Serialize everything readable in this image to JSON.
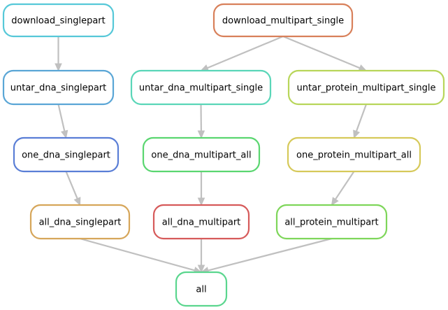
{
  "diagram": {
    "nodes": [
      {
        "id": "download_singlepart",
        "label": "download_singlepart",
        "color": "#56c8d8"
      },
      {
        "id": "download_multipart_single",
        "label": "download_multipart_single",
        "color": "#d8805a"
      },
      {
        "id": "untar_dna_singlepart",
        "label": "untar_dna_singlepart",
        "color": "#5aa6d6"
      },
      {
        "id": "untar_dna_multipart_single",
        "label": "untar_dna_multipart_single",
        "color": "#5ad6b8"
      },
      {
        "id": "untar_protein_multipart_single",
        "label": "untar_protein_multipart_single",
        "color": "#b8d65a"
      },
      {
        "id": "one_dna_singlepart",
        "label": "one_dna_singlepart",
        "color": "#5a7ed6"
      },
      {
        "id": "one_dna_multipart_all",
        "label": "one_dna_multipart_all",
        "color": "#5ad670"
      },
      {
        "id": "one_protein_multipart_all",
        "label": "one_protein_multipart_all",
        "color": "#d6c95a"
      },
      {
        "id": "all_dna_singlepart",
        "label": "all_dna_singlepart",
        "color": "#d6a65a"
      },
      {
        "id": "all_dna_multipart",
        "label": "all_dna_multipart",
        "color": "#d65a5a"
      },
      {
        "id": "all_protein_multipart",
        "label": "all_protein_multipart",
        "color": "#7ed65a"
      },
      {
        "id": "all",
        "label": "all",
        "color": "#5ad68e"
      }
    ],
    "edges": [
      {
        "from": "download_singlepart",
        "to": "untar_dna_singlepart"
      },
      {
        "from": "download_multipart_single",
        "to": "untar_dna_multipart_single"
      },
      {
        "from": "download_multipart_single",
        "to": "untar_protein_multipart_single"
      },
      {
        "from": "untar_dna_singlepart",
        "to": "one_dna_singlepart"
      },
      {
        "from": "untar_dna_multipart_single",
        "to": "one_dna_multipart_all"
      },
      {
        "from": "untar_protein_multipart_single",
        "to": "one_protein_multipart_all"
      },
      {
        "from": "one_dna_singlepart",
        "to": "all_dna_singlepart"
      },
      {
        "from": "one_dna_multipart_all",
        "to": "all_dna_multipart"
      },
      {
        "from": "one_protein_multipart_all",
        "to": "all_protein_multipart"
      },
      {
        "from": "all_dna_singlepart",
        "to": "all"
      },
      {
        "from": "all_dna_multipart",
        "to": "all"
      },
      {
        "from": "all_protein_multipart",
        "to": "all"
      }
    ]
  }
}
